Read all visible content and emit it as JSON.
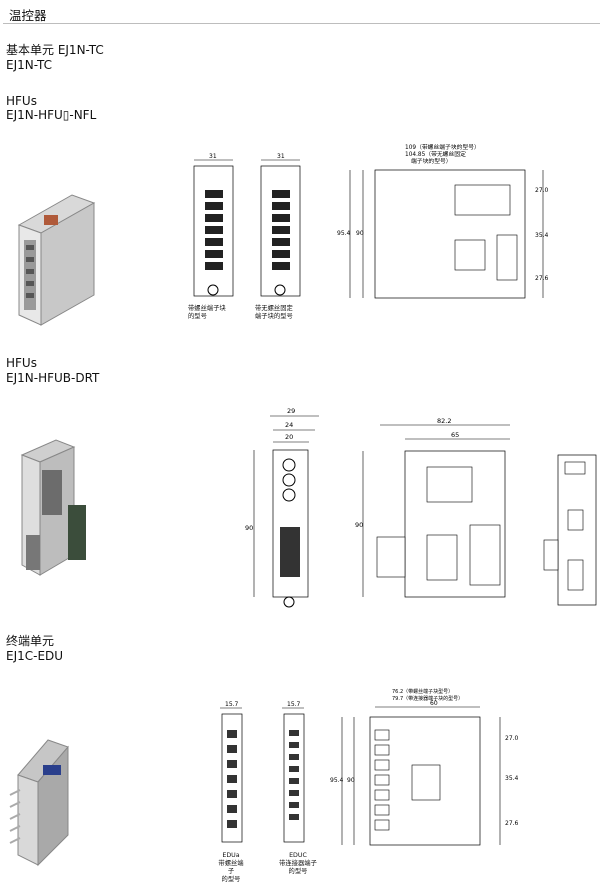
{
  "page_title": "温控器",
  "sections": {
    "basic": {
      "heading": "基本单元 EJ1N-TC",
      "model": "EJ1N-TC"
    },
    "hfu": {
      "heading": "HFUs",
      "model": "EJ1N-HFU▯-NFL",
      "dims": {
        "w": "31",
        "overall": "109（带螺丝端子块的型号）",
        "alt": "104.85（带无螺丝固定",
        "alt2": "端子块的型号）",
        "h1": "95.4",
        "h2": "90",
        "r1": "27.0",
        "r2": "35.4",
        "r3": "27.6"
      },
      "caption_left": [
        "带螺丝端子块",
        "的型号"
      ],
      "caption_right": [
        "带无螺丝固定",
        "端子块的型号"
      ]
    },
    "hfub": {
      "heading": "HFUs",
      "model": "EJ1N-HFUB-DRT",
      "dims": {
        "w1": "29",
        "w2": "24",
        "w3": "20",
        "h": "90",
        "d1": "82.2",
        "d2": "65",
        "h2": "90"
      }
    },
    "edu": {
      "heading": "终端单元",
      "model": "EJ1C-EDU",
      "dims": {
        "w": "15.7",
        "top1": "76.2（带螺丝端子块型号）",
        "top2": "79.7（带连接器端子块的型号）",
        "d": "60",
        "h1": "95.4",
        "h2": "90",
        "r1": "27.0",
        "r2": "35.4",
        "r3": "27.6"
      },
      "caption_a": [
        "EDUa",
        "带螺丝端子",
        "的型号"
      ],
      "caption_c": [
        "EDUC",
        "带连接器端子",
        "的型号"
      ]
    }
  }
}
